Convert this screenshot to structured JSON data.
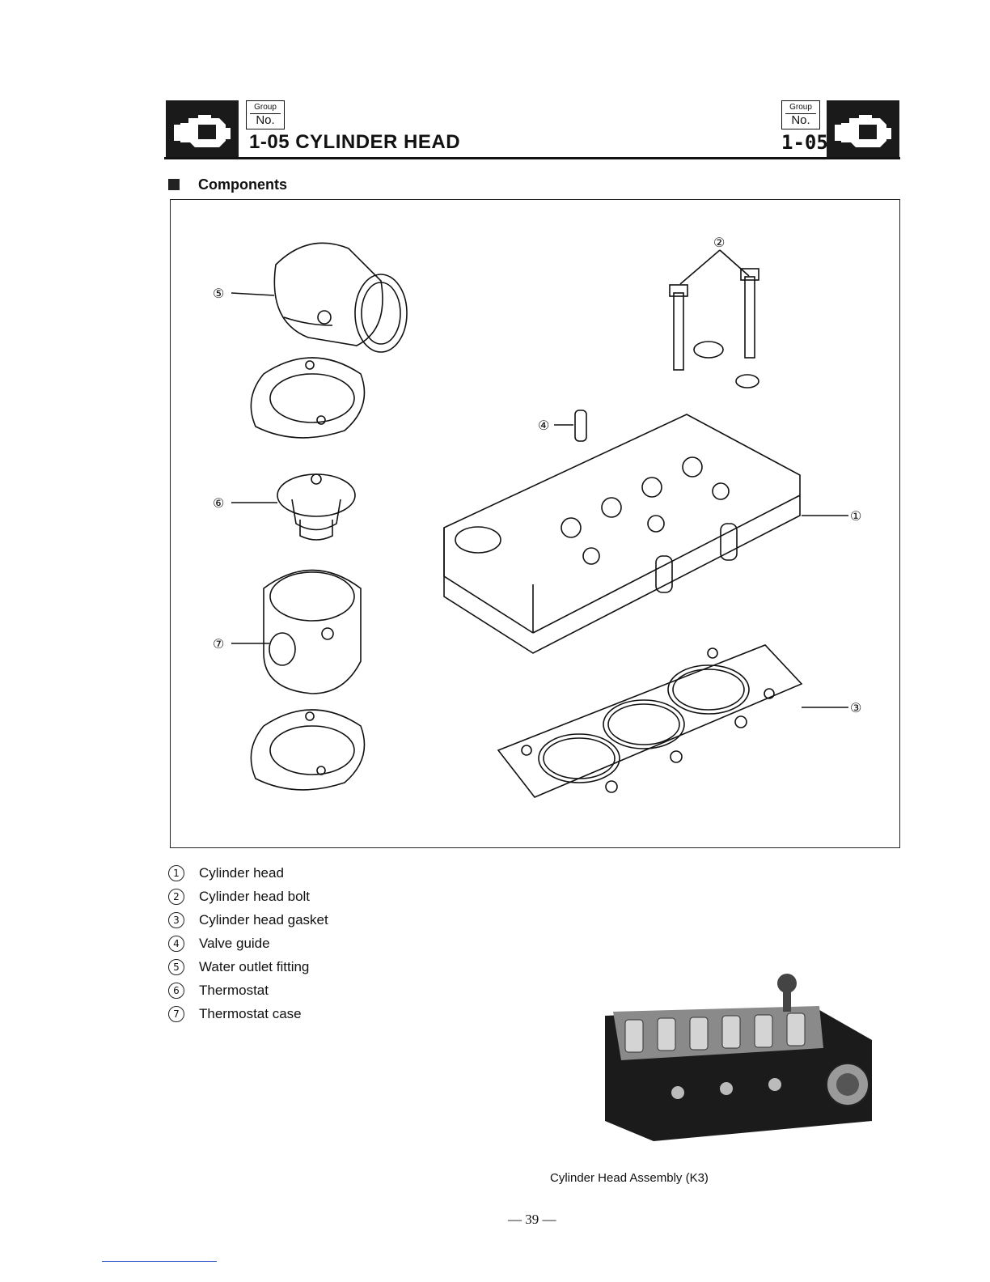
{
  "header": {
    "group_label": "Group",
    "no_label": "No.",
    "title": "1-05 CYLINDER HEAD",
    "group_number": "1-05"
  },
  "section": {
    "title": "Components"
  },
  "diagram": {
    "callouts": [
      "①",
      "②",
      "③",
      "④",
      "⑤",
      "⑥",
      "⑦"
    ]
  },
  "legend": {
    "items": [
      {
        "num": "1",
        "label": "Cylinder head"
      },
      {
        "num": "2",
        "label": "Cylinder head bolt"
      },
      {
        "num": "3",
        "label": "Cylinder head gasket"
      },
      {
        "num": "4",
        "label": "Valve guide"
      },
      {
        "num": "5",
        "label": "Water outlet fitting"
      },
      {
        "num": "6",
        "label": "Thermostat"
      },
      {
        "num": "7",
        "label": "Thermostat case"
      }
    ]
  },
  "photo": {
    "caption": "Cylinder Head Assembly (K3)"
  },
  "footer": {
    "page_number": "— 39 —"
  }
}
